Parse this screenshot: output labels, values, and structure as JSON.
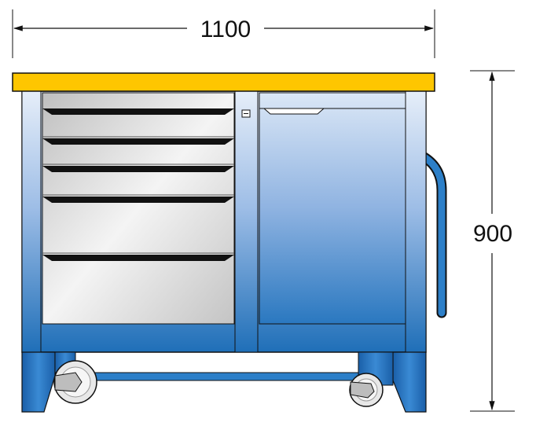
{
  "dimensions": {
    "width_label": "1100",
    "height_label": "900"
  },
  "colors": {
    "worktop": "#fec600",
    "frame_blue": "#1f6fb8",
    "frame_light": "#cfe0f3",
    "drawer_grey": "#d9d9d9",
    "handle": "#111111"
  },
  "drawers": {
    "count": 5
  },
  "icons": [
    "lock-icon",
    "wheel-icon",
    "push-handle-icon"
  ]
}
